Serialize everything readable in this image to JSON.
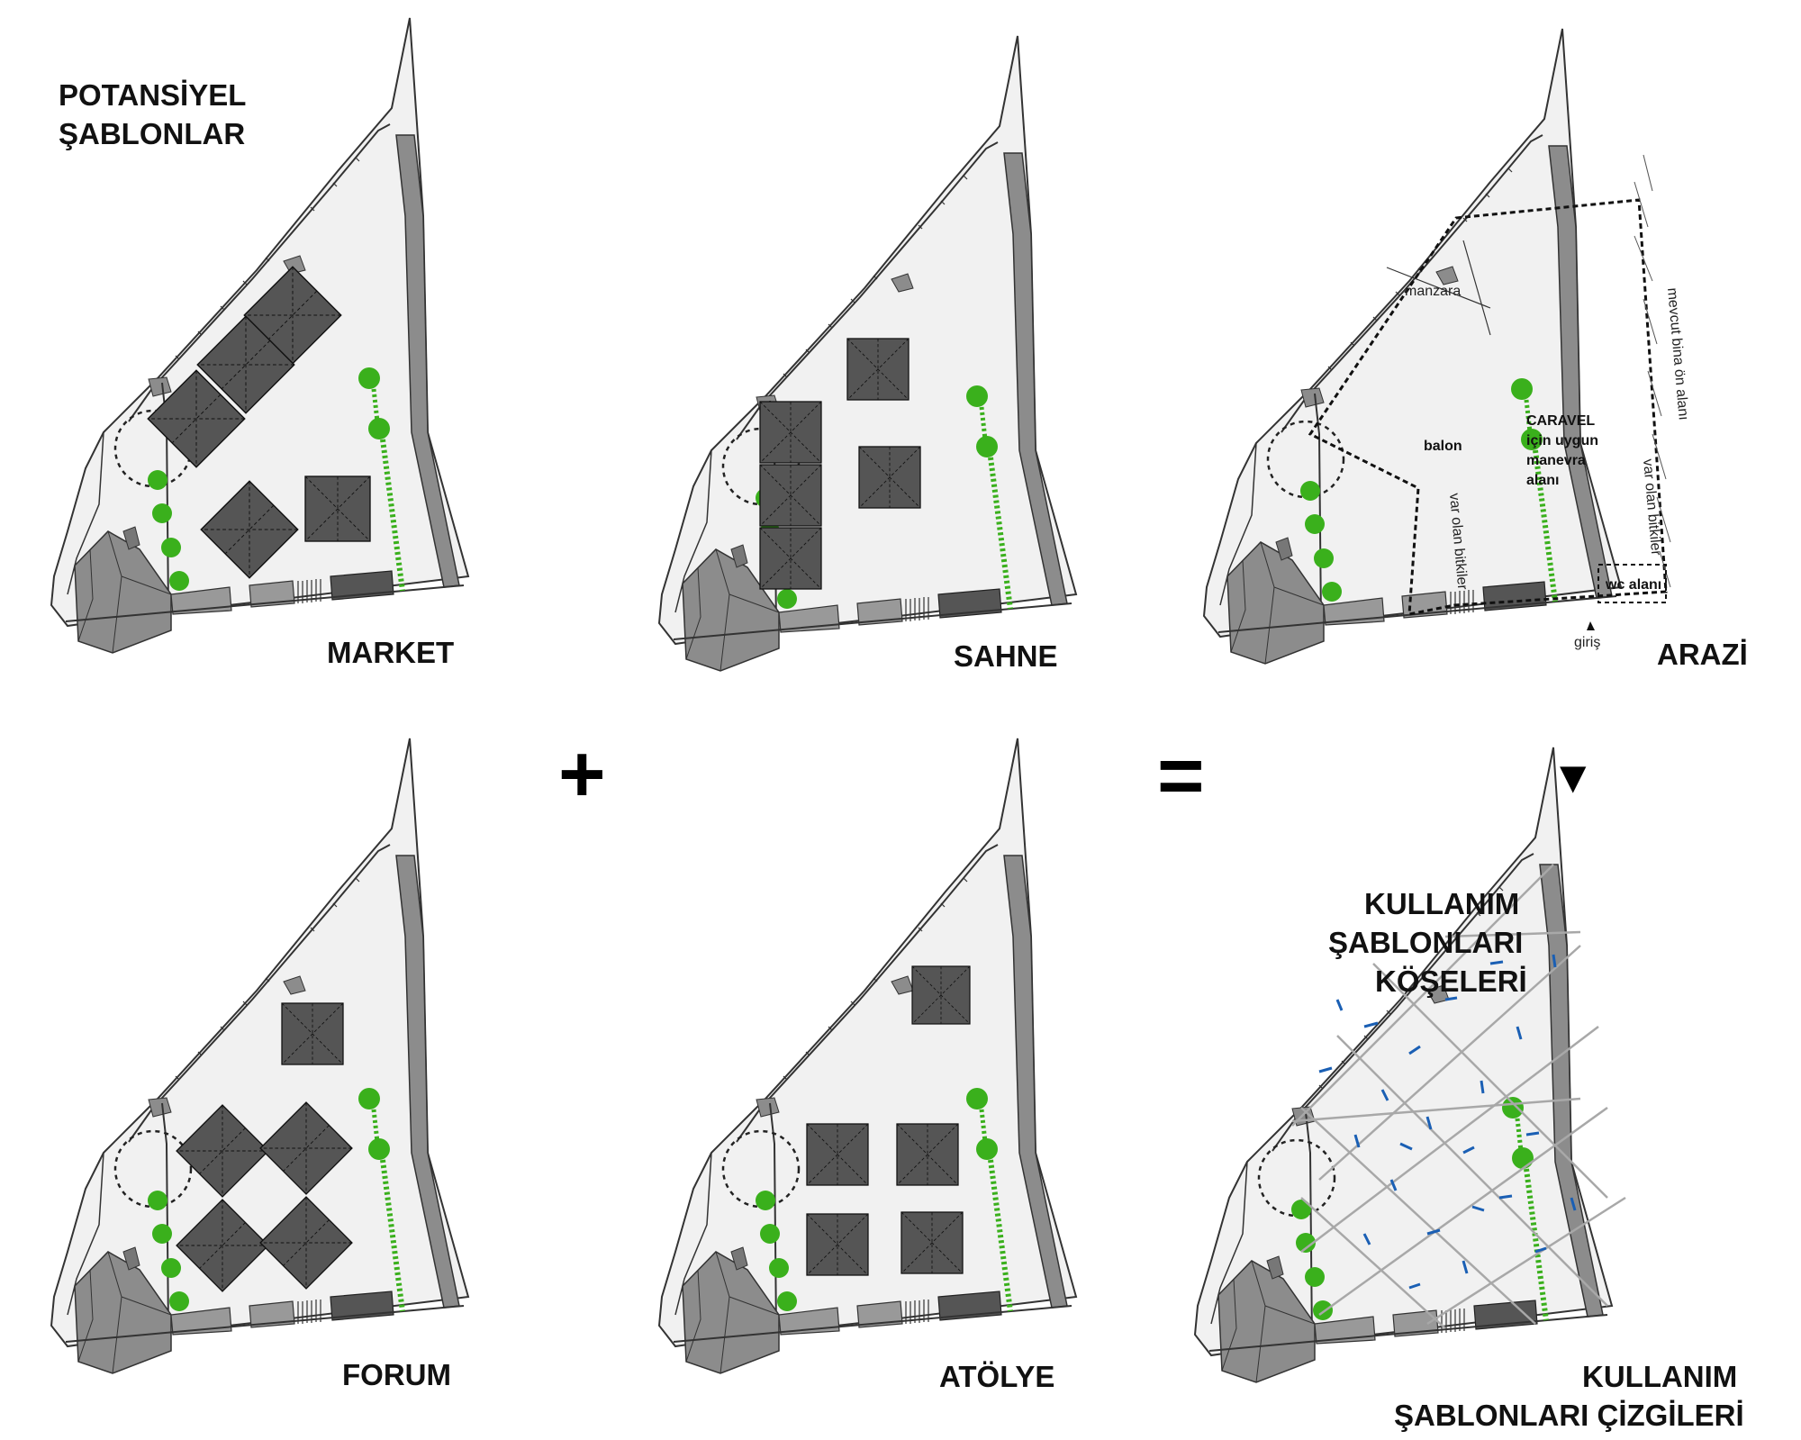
{
  "title_lines": [
    "POTANSİYEL",
    "ŞABLONLAR"
  ],
  "templates": [
    {
      "id": "market",
      "label": "MARKET"
    },
    {
      "id": "sahne",
      "label": "SAHNE"
    },
    {
      "id": "arazi",
      "label": "ARAZİ"
    },
    {
      "id": "forum",
      "label": "FORUM"
    },
    {
      "id": "atolye",
      "label": "ATÖLYE"
    }
  ],
  "arazi_annotations": {
    "manzara": "manzara",
    "balon": "balon",
    "caravel_lines": [
      "CARAVEL",
      "için uygun",
      "manevra",
      "alanı"
    ],
    "var_olan_left": "var olan bitkiler",
    "var_olan_right": "var olan bitkiler",
    "mevcut": "mevcut bina ön alanı",
    "wc": "wc alanı",
    "giris": "giriş"
  },
  "operators": {
    "plus": "+",
    "equals": "=",
    "arrow": "▼"
  },
  "result": {
    "corners_lines": [
      "KULLANIM",
      "ŞABLONLARI",
      "KÖŞELERİ"
    ],
    "lines_lines": [
      "KULLANIM",
      "ŞABLONLARI ÇİZGİLERİ"
    ]
  },
  "colors": {
    "green": "#3ab01c",
    "dark": "#555555",
    "wall": "#8c8c8c",
    "site": "#f1f1f1",
    "blue": "#1a5fb4",
    "grid": "#a8a8a8"
  }
}
